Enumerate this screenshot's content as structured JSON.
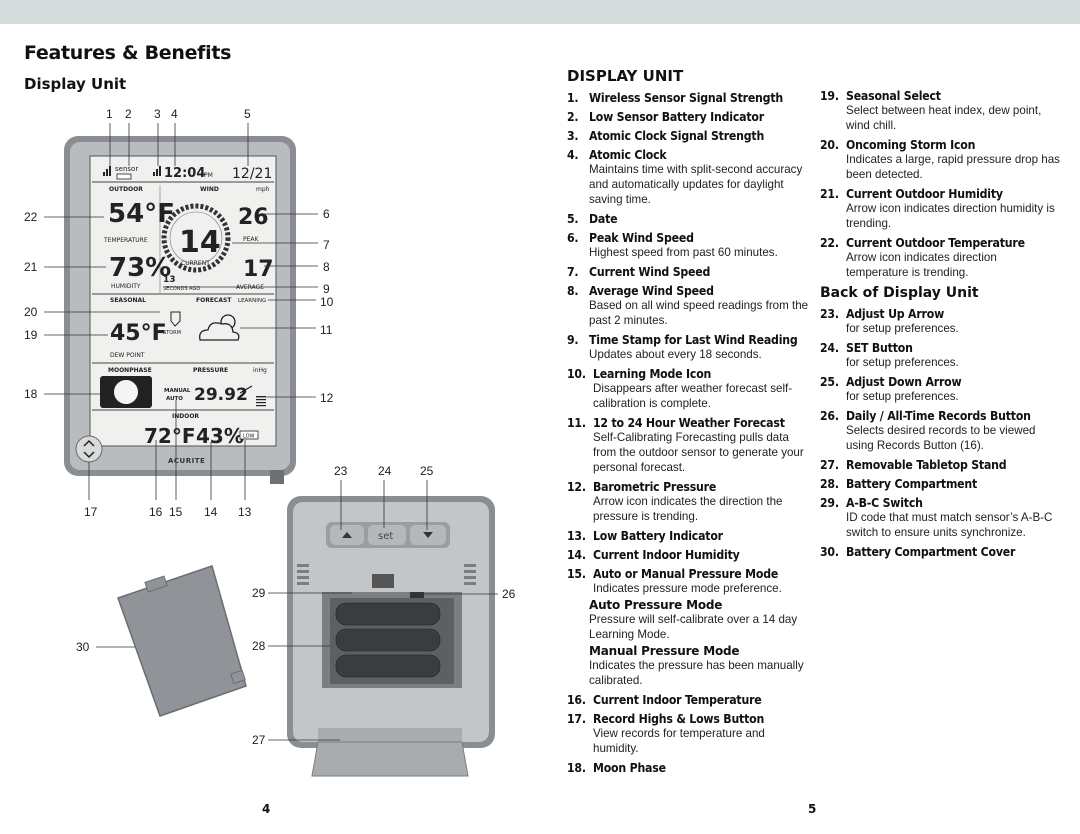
{
  "header": {
    "title": "Features & Benefits",
    "subtitle": "Display Unit"
  },
  "lcd": {
    "sensor": "sensor",
    "time": "12:04",
    "pm": "PM",
    "date": "12/21",
    "outdoor": "OUTDOOR",
    "wind": "WIND",
    "mph": "mph",
    "temp": "54°F",
    "temperature": "TEMPERATURE",
    "humidity_val": "73%",
    "humidity": "HUMIDITY",
    "wind_current": "14",
    "current": "CURRENT",
    "peak_val": "26",
    "peak": "PEAK",
    "avg_val": "17",
    "average": "AVERAGE",
    "seconds_val": "13",
    "seconds_ago": "SECONDS AGO",
    "seasonal": "SEASONAL",
    "forecast": "FORECAST",
    "learning": "LEARNING",
    "seasonal_val": "45°F",
    "dew_point": "DEW POINT",
    "storm": "STORM",
    "moonphase": "MOONPHASE",
    "pressure": "PRESSURE",
    "inhg": "inHg",
    "manual": "MANUAL",
    "auto": "AUTO",
    "pressure_val": "29.92",
    "indoor": "INDOOR",
    "in_temp": "72°F",
    "in_hum": "43%",
    "low": "LOW",
    "brand": "ACURITE",
    "set": "set"
  },
  "callouts": {
    "top": [
      "1",
      "2",
      "3",
      "4",
      "5"
    ],
    "c6": "6",
    "c7": "7",
    "c8": "8",
    "c9": "9",
    "c10": "10",
    "c11": "11",
    "c12": "12",
    "c13": "13",
    "c14": "14",
    "c15": "15",
    "c16": "16",
    "c17": "17",
    "c18": "18",
    "c19": "19",
    "c20": "20",
    "c21": "21",
    "c22": "22",
    "c23": "23",
    "c24": "24",
    "c25": "25",
    "c26": "26",
    "c27": "27",
    "c28": "28",
    "c29": "29",
    "c30": "30"
  },
  "page_left": "4",
  "page_right": "5",
  "right": {
    "heading": "DISPLAY UNIT",
    "col1": [
      {
        "n": "1.",
        "t": "Wireless Sensor Signal Strength"
      },
      {
        "n": "2.",
        "t": "Low Sensor Battery Indicator"
      },
      {
        "n": "3.",
        "t": "Atomic Clock Signal Strength"
      },
      {
        "n": "4.",
        "t": "Atomic Clock",
        "d": "Maintains time with split-second accuracy and automatically updates for daylight saving time."
      },
      {
        "n": "5.",
        "t": "Date"
      },
      {
        "n": "6.",
        "t": "Peak Wind Speed",
        "d": "Highest speed from past 60 minutes."
      },
      {
        "n": "7.",
        "t": "Current Wind Speed"
      },
      {
        "n": "8.",
        "t": "Average Wind Speed",
        "d": "Based on all wind speed readings from the past 2 minutes."
      },
      {
        "n": "9.",
        "t": "Time Stamp for Last Wind Reading",
        "d": "Updates about every 18 seconds."
      },
      {
        "n": "10.",
        "t": "Learning Mode Icon",
        "d": "Disappears after weather forecast self-calibration is complete."
      },
      {
        "n": "11.",
        "t": "12 to 24 Hour Weather Forecast",
        "d": "Self-Calibrating Forecasting pulls data from the outdoor sensor to generate your personal forecast."
      },
      {
        "n": "12.",
        "t": "Barometric Pressure",
        "d": "Arrow icon indicates the direction the pressure is trending."
      },
      {
        "n": "13.",
        "t": "Low Battery Indicator"
      },
      {
        "n": "14.",
        "t": "Current Indoor Humidity"
      },
      {
        "n": "15.",
        "t": "Auto or Manual Pressure Mode",
        "d": "Indicates pressure mode preference."
      },
      {
        "sub": "Auto Pressure Mode",
        "d": "Pressure will self-calibrate over a 14 day Learning Mode."
      },
      {
        "sub": "Manual Pressure Mode",
        "d": "Indicates the pressure has been manually calibrated."
      },
      {
        "n": "16.",
        "t": "Current Indoor Temperature"
      },
      {
        "n": "17.",
        "t": "Record Highs & Lows Button",
        "d": "View records for temperature and humidity."
      },
      {
        "n": "18.",
        "t": "Moon Phase"
      }
    ],
    "col2a": [
      {
        "n": "19.",
        "t": "Seasonal Select",
        "d": "Select between heat index, dew point, wind chill."
      },
      {
        "n": "20.",
        "t": "Oncoming Storm Icon",
        "d": "Indicates a large, rapid pressure drop has been detected."
      },
      {
        "n": "21.",
        "t": "Current Outdoor Humidity",
        "d": "Arrow icon indicates direction humidity is trending."
      },
      {
        "n": "22.",
        "t": "Current Outdoor Temperature",
        "d": "Arrow icon indicates direction temperature is trending."
      }
    ],
    "back_heading": "Back of Display Unit",
    "col2b": [
      {
        "n": "23.",
        "t": "Adjust Up Arrow",
        "d": "for setup preferences."
      },
      {
        "n": "24.",
        "t": "SET Button",
        "d": "for setup preferences."
      },
      {
        "n": "25.",
        "t": "Adjust Down Arrow",
        "d": "for setup preferences."
      },
      {
        "n": "26.",
        "t": "Daily / All-Time Records Button",
        "d": "Selects desired records to be viewed using Records Button (16)."
      },
      {
        "n": "27.",
        "t": "Removable Tabletop Stand"
      },
      {
        "n": "28.",
        "t": "Battery Compartment"
      },
      {
        "n": "29.",
        "t": "A-B-C Switch",
        "d": "ID code that must match sensor’s A-B-C switch to ensure units synchronize."
      },
      {
        "n": "30.",
        "t": "Battery Compartment Cover"
      }
    ]
  }
}
